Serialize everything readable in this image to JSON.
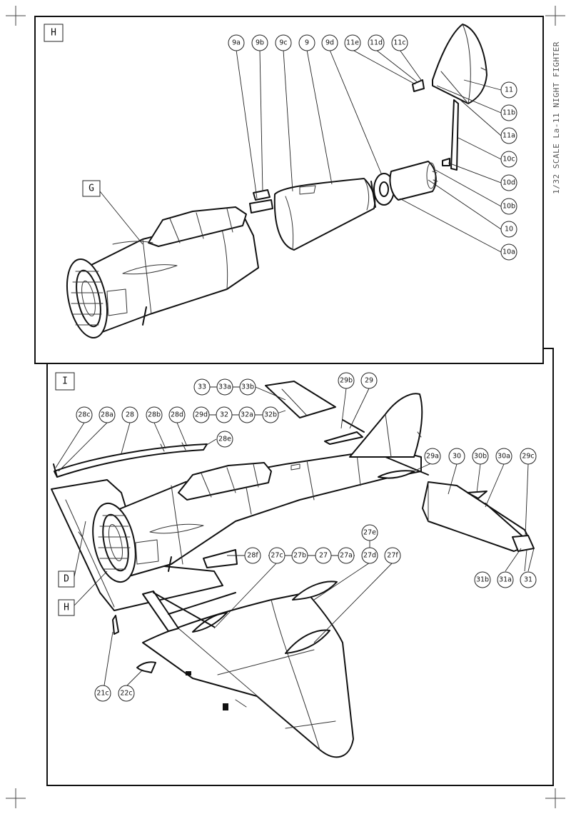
{
  "sheet": {
    "side_title": "1/32 SCALE La-11 NIGHT FIGHTER"
  },
  "panel_h": {
    "tag": "H",
    "sub_tag": "G",
    "callouts": [
      "9a",
      "9b",
      "9c",
      "9",
      "9d",
      "11e",
      "11d",
      "11c",
      "11",
      "11b",
      "11a",
      "10c",
      "10d",
      "10b",
      "10",
      "10a"
    ]
  },
  "panel_i": {
    "tag": "I",
    "sub_tags": [
      "D",
      "H"
    ],
    "callouts": [
      "33",
      "33a",
      "33b",
      "29b",
      "29",
      "28c",
      "28a",
      "28",
      "28b",
      "28d",
      "29d",
      "32",
      "32a",
      "32b",
      "28e",
      "29a",
      "30",
      "30b",
      "30a",
      "29c",
      "27e",
      "28f",
      "27c",
      "27b",
      "27",
      "27a",
      "27d",
      "27f",
      "31b",
      "31a",
      "31",
      "21c",
      "22c"
    ]
  }
}
